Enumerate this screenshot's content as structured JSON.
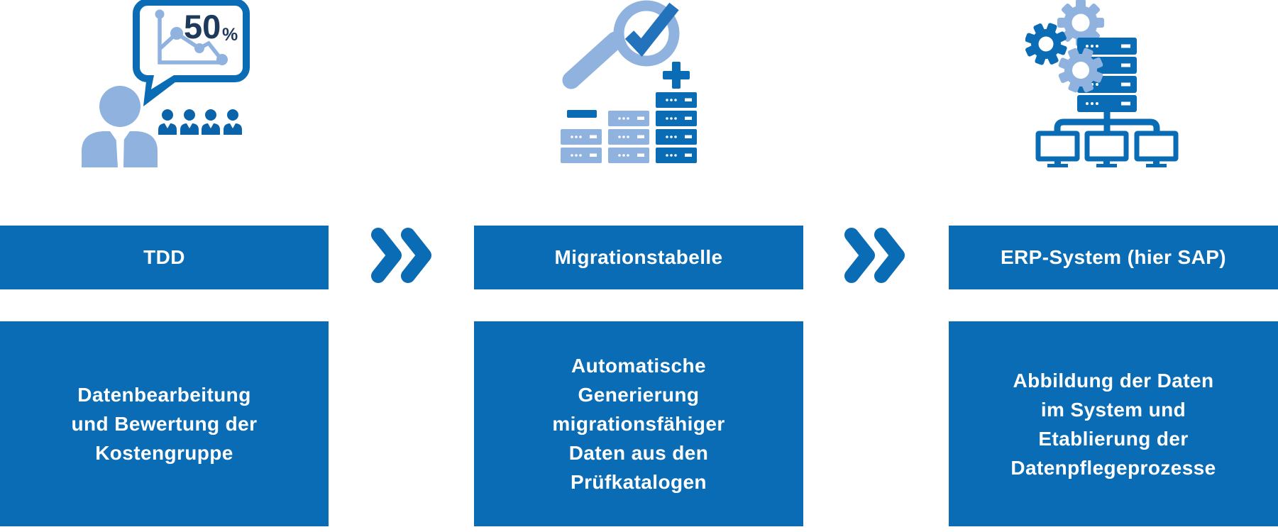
{
  "diagram": {
    "steps": [
      {
        "title": "TDD",
        "body": "Datenbearbeitung\nund Bewertung der\nKostengruppe",
        "icon": "presenter-chart-audience-icon"
      },
      {
        "title": "Migrationstabelle",
        "body": "Automatische\nGenerierung\nmigrationsfähiger\nDaten aus den\nPrüfkatalogen",
        "icon": "magnifier-checkmark-datastack-icon"
      },
      {
        "title": "ERP-System (hier SAP)",
        "body": "Abbildung der Daten\nim System und\nEtablierung der\nDatenpflegeprozesse",
        "icon": "gears-server-network-icon"
      }
    ],
    "presenter_bubble": {
      "percent_value": "50",
      "percent_sign": "%"
    },
    "connector_icon": "double-chevron-right-icon",
    "colors": {
      "primary_blue": "#0a6cb4",
      "light_blue": "#8fb2de",
      "checkmark_blue": "#2273bb",
      "audience_blue": "#0b64a9",
      "navy": "#1d3a5c",
      "text_on_blue": "#ffffff",
      "background": "#ffffff"
    }
  }
}
